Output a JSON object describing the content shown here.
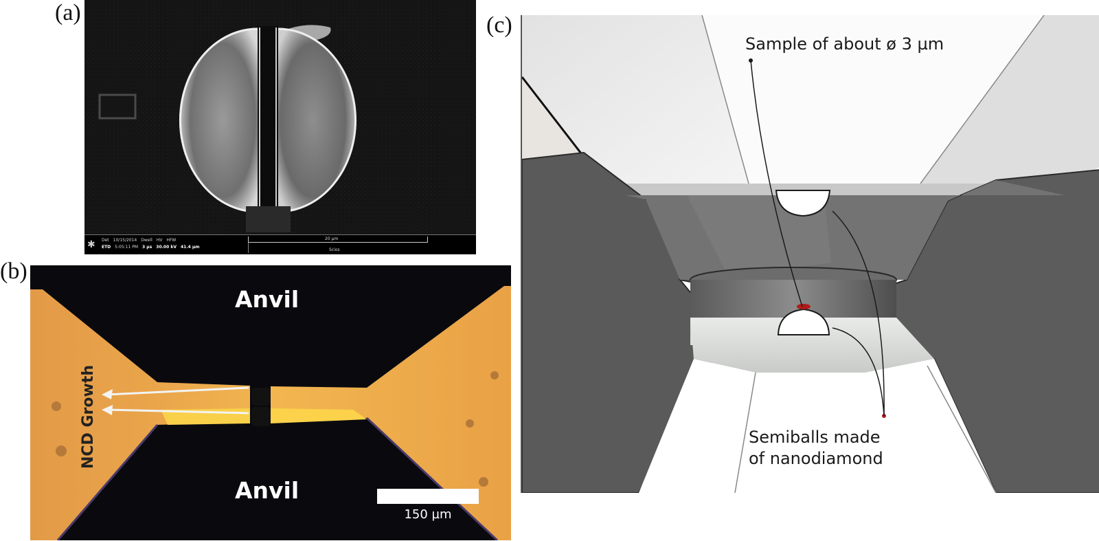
{
  "figure": {
    "panel_labels": {
      "a": "(a)",
      "b": "(b)",
      "c": "(c)"
    },
    "panel_a": {
      "sem_info": {
        "det_label": "Det",
        "det_value": "ETD",
        "date": "10/15/2014",
        "time": "5:05:11 PM",
        "dwell_label": "Dwell",
        "dwell_value": "3 µs",
        "hv_label": "HV",
        "hv_value": "30.00 kV",
        "hfw_label": "HFW",
        "hfw_value": "41.4 µm",
        "scalebar_text": "20 µm",
        "bottom_text": "Scios"
      }
    },
    "panel_b": {
      "anvil_top": "Anvil",
      "anvil_bottom": "Anvil",
      "growth_label": "NCD Growth",
      "scalebar": "150 µm"
    },
    "panel_c": {
      "sample_label": "Sample of about ø 3 µm",
      "semiballs_line1": "Semiballs made",
      "semiballs_line2": "of nanodiamond"
    }
  },
  "colors": {
    "sem_background": "#111111",
    "gold": "#e8a448",
    "gold_bright": "#f5c04a",
    "dark_anvil": "#0a0a0e",
    "gray_dark": "#5a5a5a",
    "gray_mid": "#808080",
    "gray_light": "#cfd1cf",
    "sample_red": "#b11a1a"
  }
}
